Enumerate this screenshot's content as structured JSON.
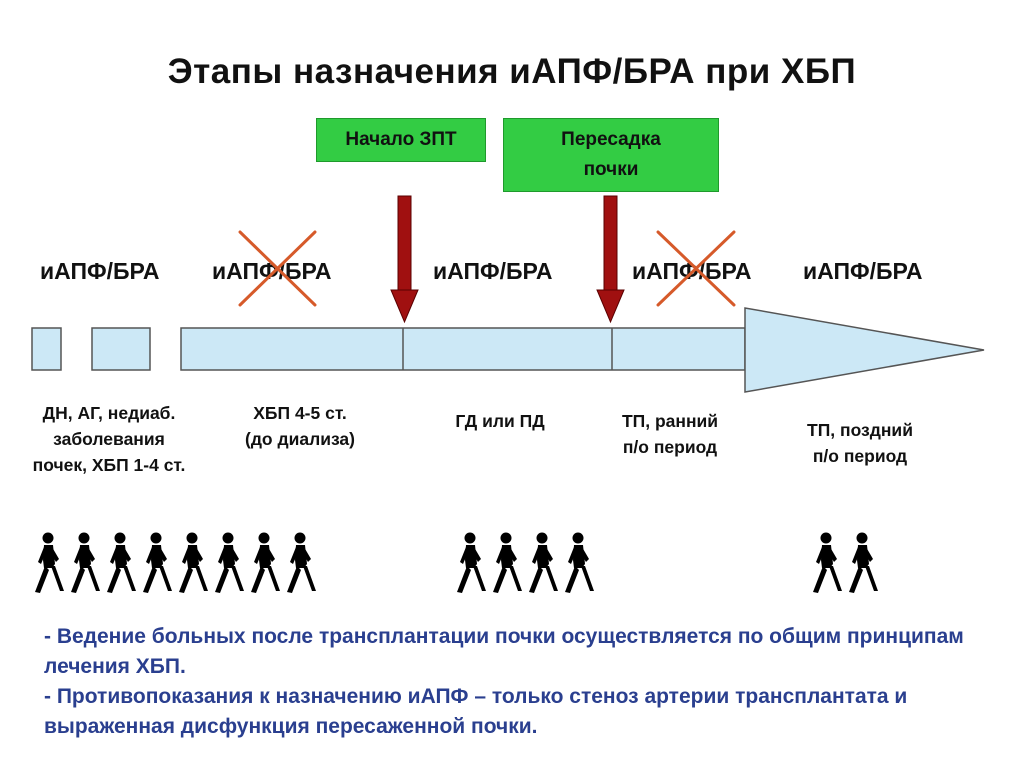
{
  "title": "Этапы назначения иАПФ/БРА при ХБП",
  "events": {
    "dialysis_start": "Начало ЗПТ",
    "transplant_line1": "Пересадка",
    "transplant_line2": "почки"
  },
  "drug_labels": [
    {
      "text": "иАПФ/БРА",
      "crossed": false
    },
    {
      "text": "иАПФ/БРА",
      "crossed": true
    },
    {
      "text": "иАПФ/БРА",
      "crossed": false
    },
    {
      "text": "иАПФ/БРА",
      "crossed": true
    },
    {
      "text": "иАПФ/БРА",
      "crossed": false
    }
  ],
  "stages": [
    "ДН, АГ, недиаб.\nзаболевания\nпочек, ХБП 1-4 ст.",
    "ХБП 4-5 ст.\n(до диализа)",
    "ГД или ПД",
    "ТП, ранний\nп/о период",
    "ТП, поздний\nп/о период"
  ],
  "walker_groups": [
    {
      "count": 8
    },
    {
      "count": 4
    },
    {
      "count": 2
    }
  ],
  "notes": [
    "- Ведение больных после трансплантации почки осуществляется по общим принципам лечения ХБП.",
    "- Противопоказания к назначению иАПФ – только стеноз артерии трансплантата и выраженная дисфункция пересаженной почки."
  ],
  "colors": {
    "bar_fill": "#cce8f6",
    "bar_stroke": "#555555",
    "event_box": "#33cc44",
    "arrow": "#a01010",
    "cross": "#d65a2a",
    "notes_text": "#2a3f8f"
  }
}
